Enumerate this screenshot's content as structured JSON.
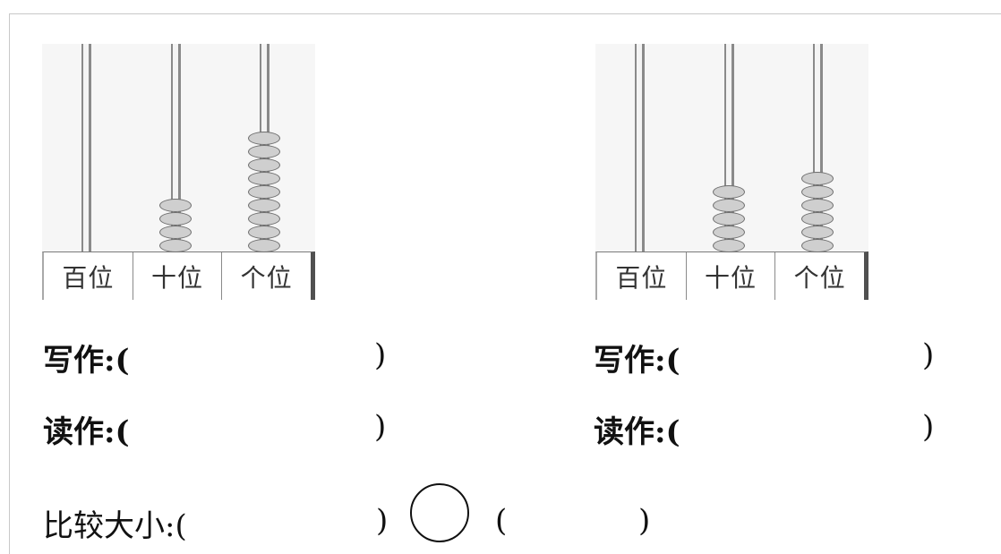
{
  "left_abacus": {
    "labels": [
      "百位",
      "十位",
      "个位"
    ],
    "beads": {
      "hundreds": 0,
      "tens": 4,
      "ones": 9
    }
  },
  "right_abacus": {
    "labels": [
      "百位",
      "十位",
      "个位"
    ],
    "beads": {
      "hundreds": 0,
      "tens": 5,
      "ones": 6
    }
  },
  "left": {
    "write_label": "写作:(",
    "write_close": ")",
    "read_label": "读作:(",
    "read_close": ")"
  },
  "right": {
    "write_label": "写作:(",
    "write_close": ")",
    "read_label": "读作:(",
    "read_close": ")"
  },
  "compare": {
    "label": "比较大小:(",
    "close1": ")",
    "open2": "(",
    "close2": ")"
  }
}
